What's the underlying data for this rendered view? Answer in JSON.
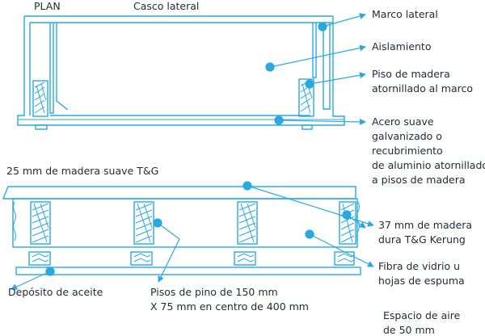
{
  "colors": {
    "line": "#29a9e0",
    "text": "#1e2a36",
    "background": "#ffffff"
  },
  "top_view": {
    "title_left": "PLAN",
    "title_center": "Casco lateral"
  },
  "labels": [
    {
      "id": "marco-lateral",
      "lines": [
        "Marco lateral"
      ]
    },
    {
      "id": "aislamiento",
      "lines": [
        "Aislamiento"
      ]
    },
    {
      "id": "piso-madera-atornillado",
      "lines": [
        "Piso de madera",
        "atornillado al marco"
      ]
    },
    {
      "id": "acero-suave",
      "lines": [
        "Acero suave",
        "galvanizado o",
        "recubrimiento",
        "de aluminio atornillado",
        "a pisos de madera"
      ]
    },
    {
      "id": "madera-suave",
      "lines": [
        "25 mm de madera suave T&G"
      ]
    },
    {
      "id": "madera-dura",
      "lines": [
        "37 mm de madera",
        "dura T&G Kerung"
      ]
    },
    {
      "id": "fibra-vidrio",
      "lines": [
        "Fibra de vidrio u",
        "hojas de espuma"
      ]
    },
    {
      "id": "deposito-aceite",
      "lines": [
        "Depósito de aceite"
      ]
    },
    {
      "id": "pisos-pino",
      "lines": [
        "Pisos de pino de 150 mm",
        "X 75 mm en centro de 400 mm"
      ]
    },
    {
      "id": "espacio-aire",
      "lines": [
        "Espacio de aire",
        "de 50 mm"
      ]
    }
  ]
}
